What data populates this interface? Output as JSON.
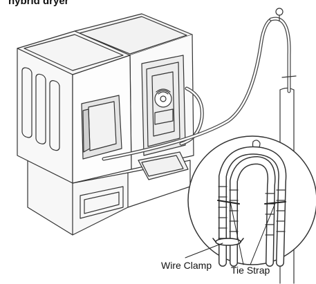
{
  "figure": {
    "heading": "hybrid dryer",
    "callouts": {
      "wire_clamp": "Wire Clamp",
      "tie_strap": "Tie Strap"
    }
  }
}
